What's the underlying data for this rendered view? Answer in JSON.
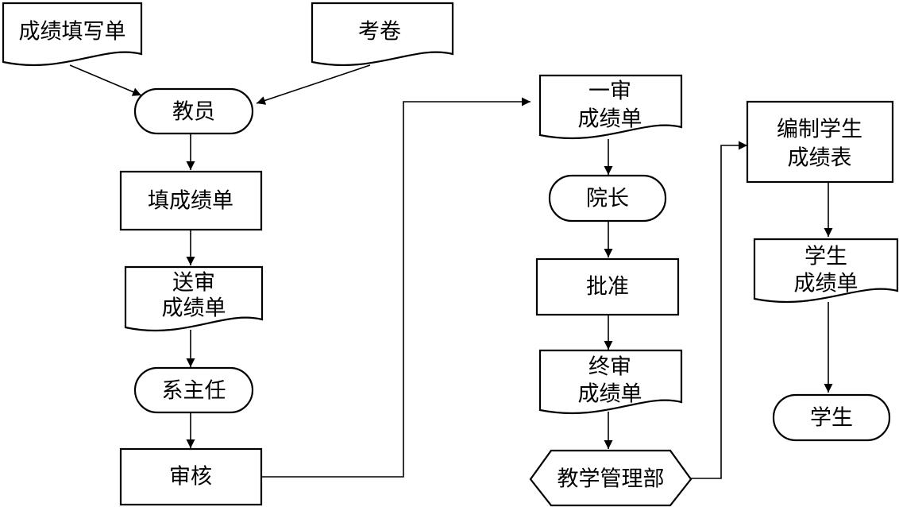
{
  "diagram": {
    "nodes": {
      "score_form": "成绩填写单",
      "exam_paper": "考卷",
      "teacher": "教员",
      "fill_form": "填成绩单",
      "submit_form": [
        "送审",
        "成绩单"
      ],
      "dept_head": "系主任",
      "review": "审核",
      "first_review_form": [
        "一审",
        "成绩单"
      ],
      "dean": "院长",
      "approve": "批准",
      "final_review_form": [
        "终审",
        "成绩单"
      ],
      "teaching_dept": "教学管理部",
      "compile_table": [
        "编制学生",
        "成绩表"
      ],
      "student_form": [
        "学生",
        "成绩单"
      ],
      "student": "学生"
    },
    "edges": [
      [
        "score_form",
        "teacher"
      ],
      [
        "exam_paper",
        "teacher"
      ],
      [
        "teacher",
        "fill_form"
      ],
      [
        "fill_form",
        "submit_form"
      ],
      [
        "submit_form",
        "dept_head"
      ],
      [
        "dept_head",
        "review"
      ],
      [
        "review",
        "first_review_form"
      ],
      [
        "first_review_form",
        "dean"
      ],
      [
        "dean",
        "approve"
      ],
      [
        "approve",
        "final_review_form"
      ],
      [
        "final_review_form",
        "teaching_dept"
      ],
      [
        "teaching_dept",
        "compile_table"
      ],
      [
        "compile_table",
        "student_form"
      ],
      [
        "student_form",
        "student"
      ]
    ]
  }
}
